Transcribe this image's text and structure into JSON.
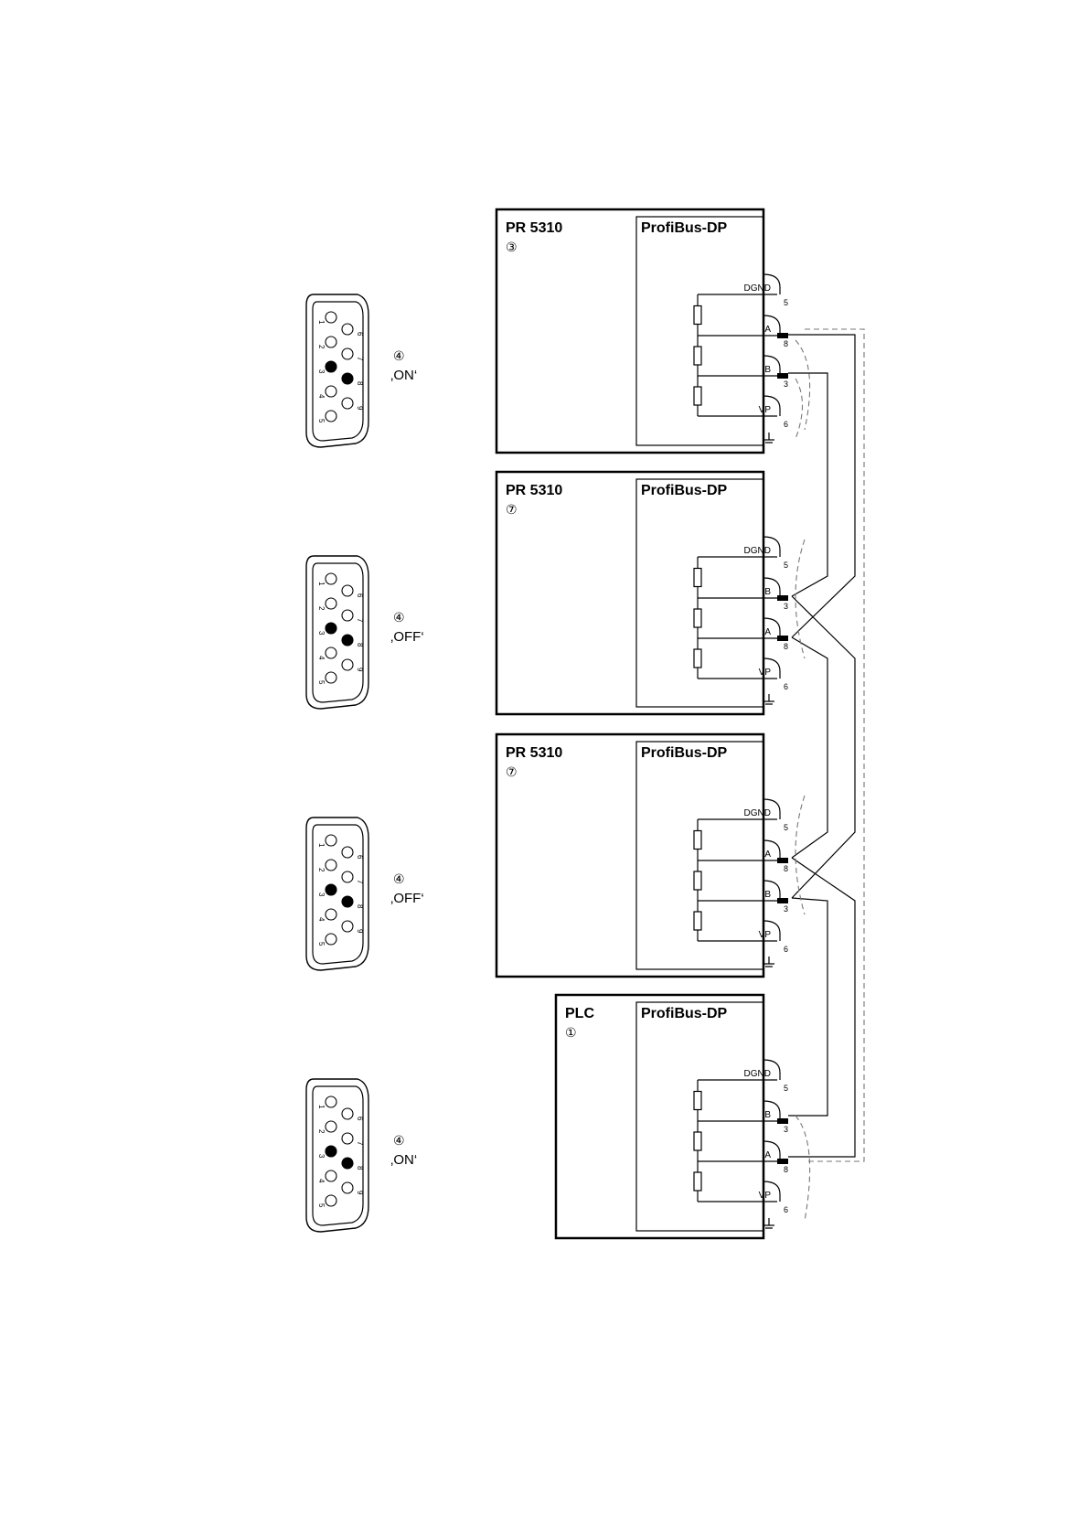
{
  "modules": [
    {
      "device": "PR 5310",
      "bus": "ProfiBus-DP",
      "marker": "③",
      "order": [
        "DGND",
        "A",
        "B",
        "VP"
      ],
      "pins": [
        "5",
        "8",
        "3",
        "6"
      ]
    },
    {
      "device": "PR 5310",
      "bus": "ProfiBus-DP",
      "marker": "⑦",
      "order": [
        "DGND",
        "B",
        "A",
        "VP"
      ],
      "pins": [
        "5",
        "3",
        "8",
        "6"
      ]
    },
    {
      "device": "PR 5310",
      "bus": "ProfiBus-DP",
      "marker": "⑦",
      "order": [
        "DGND",
        "A",
        "B",
        "VP"
      ],
      "pins": [
        "5",
        "8",
        "3",
        "6"
      ]
    },
    {
      "device": "PLC",
      "bus": "ProfiBus-DP",
      "marker": "①",
      "order": [
        "DGND",
        "B",
        "A",
        "VP"
      ],
      "pins": [
        "5",
        "3",
        "8",
        "6"
      ]
    }
  ],
  "connectors": [
    {
      "marker": "④",
      "switch": "‚ON‘"
    },
    {
      "marker": "④",
      "switch": "‚OFF‘"
    },
    {
      "marker": "④",
      "switch": "‚OFF‘"
    },
    {
      "marker": "④",
      "switch": "‚ON‘"
    }
  ],
  "dsub_pins": [
    "1",
    "2",
    "3",
    "4",
    "5",
    "6",
    "7",
    "8",
    "9"
  ]
}
